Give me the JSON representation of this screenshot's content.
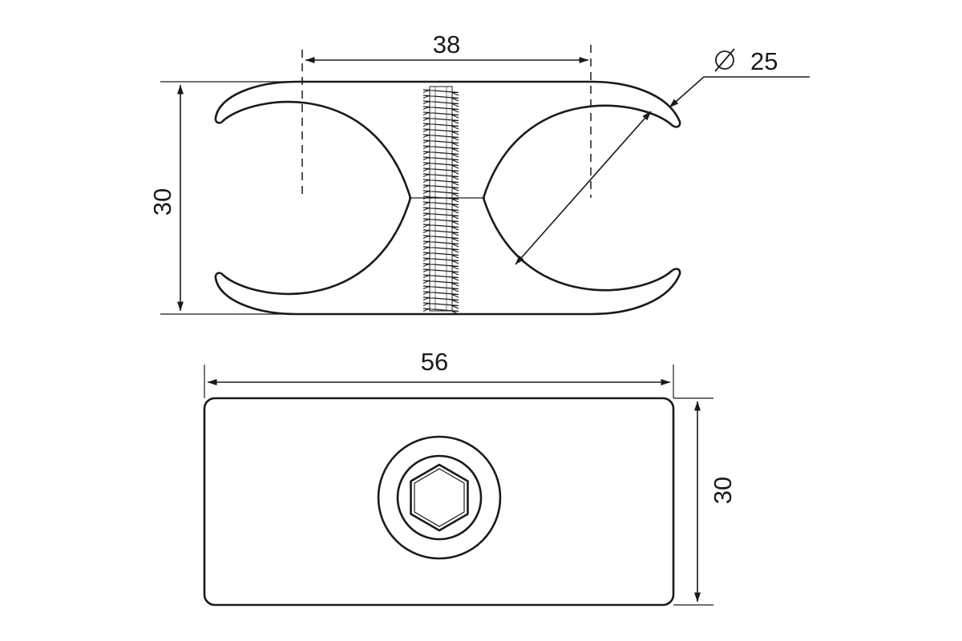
{
  "dimensions": {
    "top_width": "38",
    "diameter": "25",
    "top_height": "30",
    "bottom_width": "56",
    "bottom_height": "30"
  },
  "symbols": {
    "diameter": "diameter-symbol"
  },
  "colors": {
    "line": "#1a1a1a",
    "background": "#ffffff"
  }
}
